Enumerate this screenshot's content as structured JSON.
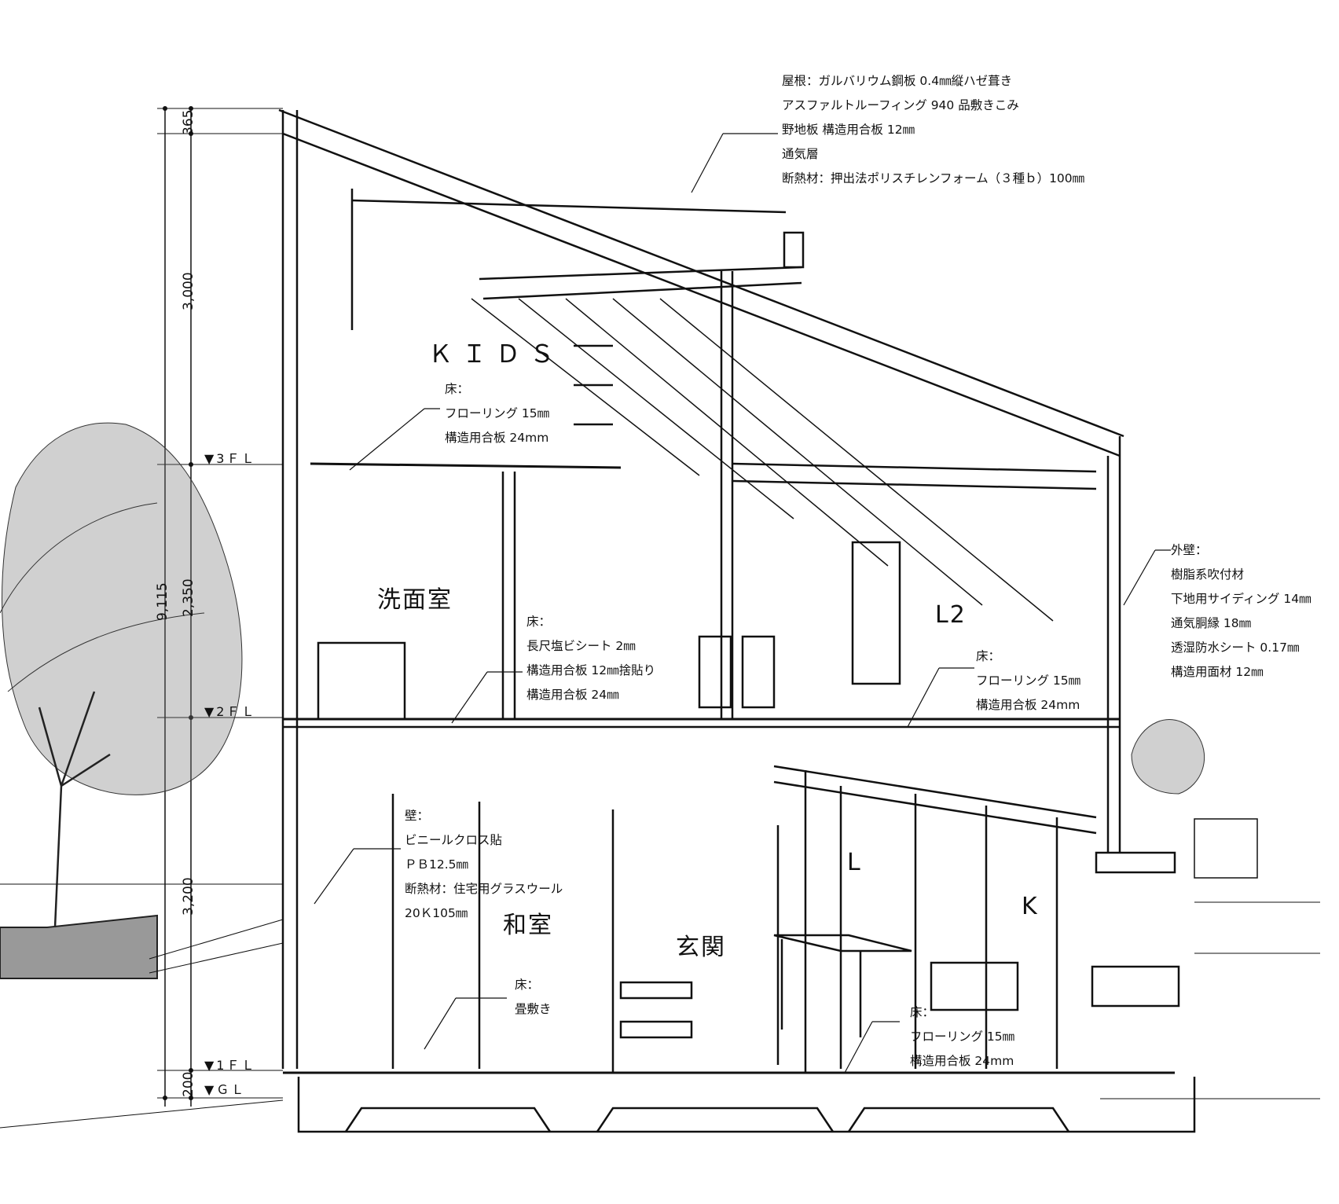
{
  "dimensions": {
    "d365": "365",
    "d3000": "3,000",
    "d9115": "9,115",
    "d2350": "2,350",
    "d3200": "3,200",
    "d200": "200"
  },
  "levels": {
    "fl3": "▼3ＦＬ",
    "fl2": "▼2ＦＬ",
    "fl1": "▼1ＦＬ",
    "gl": "▼ＧＬ"
  },
  "rooms": {
    "kids": "ＫＩＤＳ",
    "washroom": "洗面室",
    "l2": "L2",
    "washitsu": "和室",
    "genkan": "玄関",
    "l": "L",
    "k": "K"
  },
  "notes": {
    "roof": [
      "屋根：ガルバリウム鋼板 0.4㎜縦ハゼ葺き",
      "アスファルトルーフィング 940 品敷きこみ",
      "野地板 構造用合板 12㎜",
      "通気層",
      "断熱材：押出法ポリスチレンフォーム（３種ｂ）100㎜"
    ],
    "kids_floor": [
      "床：",
      "フローリング 15㎜",
      "構造用合板 24mm"
    ],
    "wash_floor": [
      "床：",
      "長尺塩ビシート 2㎜",
      "構造用合板 12㎜捨貼り",
      "構造用合板 24㎜"
    ],
    "l2_floor": [
      "床：",
      "フローリング 15㎜",
      "構造用合板 24mm"
    ],
    "exterior_wall": [
      "外壁：",
      "樹脂系吹付材",
      "下地用サイディング 14㎜",
      "通気胴縁 18㎜",
      "透湿防水シート 0.17㎜",
      "構造用面材 12㎜"
    ],
    "interior_wall": [
      "壁：",
      "ビニールクロス貼",
      "ＰＢ12.5㎜",
      "断熱材：住宅用グラスウール",
      "20Ｋ105㎜"
    ],
    "washitsu_floor": [
      "床：",
      "畳敷き"
    ],
    "lk_floor": [
      "床：",
      "フローリング 15㎜",
      "構造用合板 24mm"
    ]
  },
  "colors": {
    "line": "#111111",
    "background": "#ffffff",
    "foliage": "#333333"
  }
}
